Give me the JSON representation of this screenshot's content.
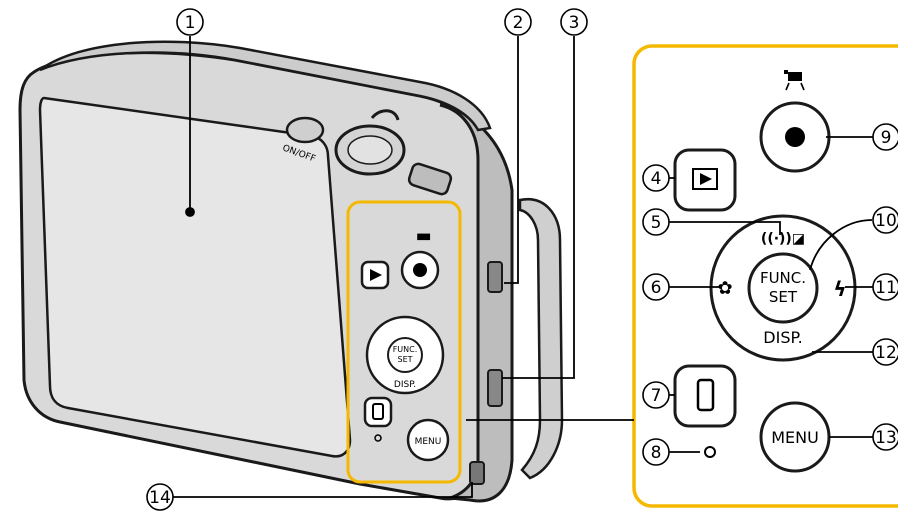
{
  "callouts": {
    "c1": "1",
    "c2": "2",
    "c3": "3",
    "c4": "4",
    "c5": "5",
    "c6": "6",
    "c7": "7",
    "c8": "8",
    "c9": "9",
    "c10": "10",
    "c11": "11",
    "c12": "12",
    "c13": "13",
    "c14": "14"
  },
  "camera_labels": {
    "power": "ON/OFF",
    "func_line1": "FUNC.",
    "func_line2": "SET",
    "disp": "DISP.",
    "menu": "MENU"
  },
  "detail_labels": {
    "func_line1": "FUNC.",
    "func_line2": "SET",
    "disp": "DISP.",
    "menu": "MENU",
    "wifi_exposure": "((·))◪",
    "flash": "ϟ",
    "macro": "✿"
  },
  "icons": {
    "playback": "playback-triangle-icon",
    "movie": "movie-camera-icon",
    "record": "record-dot-icon",
    "mobile": "mobile-device-icon",
    "indicator": "indicator-lamp-icon"
  },
  "colors": {
    "body_outline": "#1a1a1a",
    "screen": "#e6e6e6",
    "highlight_frame": "#f5b800",
    "button_fill": "#ffffff",
    "callout_line": "#000000"
  }
}
